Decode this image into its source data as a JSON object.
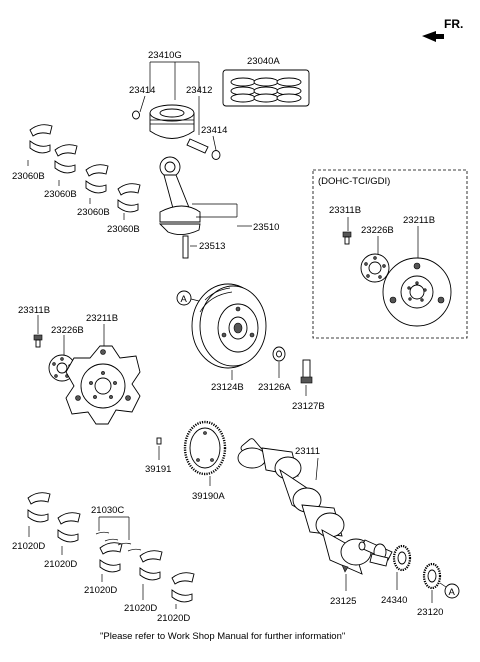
{
  "header": {
    "direction_label": "FR."
  },
  "group_labels": {
    "dohc": "(DOHC-TCI/GDI)"
  },
  "callouts": {
    "a1": "A",
    "a2": "A"
  },
  "labels": {
    "piston_set": "23410G",
    "piston_ring_set": "23040A",
    "snap_ring_left": "23414",
    "piston_pin": "23412",
    "snap_ring_right": "23414",
    "bearing_1": "23060B",
    "bearing_2": "23060B",
    "bearing_3": "23060B",
    "bearing_4": "23060B",
    "connecting_rod": "23510",
    "rod_bolt": "23513",
    "flex_bolt_dohc": "23311B",
    "adapter_dohc": "23226B",
    "drive_plate_dohc": "23211B",
    "flex_bolt": "23311B",
    "adapter": "23226B",
    "drive_plate": "23211B",
    "damper_pulley": "23124B",
    "pulley_washer": "23126A",
    "pulley_bolt": "23127B",
    "crankshaft": "23111",
    "dowel_pin": "39191",
    "sensor_wheel": "39190A",
    "thrust_bearing": "21030C",
    "main_bearing_1": "21020D",
    "main_bearing_2": "21020D",
    "main_bearing_3": "21020D",
    "main_bearing_4": "21020D",
    "main_bearing_5": "21020D",
    "key": "23125",
    "crank_sprocket": "24340",
    "crank_gear": "23120"
  },
  "footer": {
    "note": "\"Please refer to Work Shop Manual for further information\""
  }
}
